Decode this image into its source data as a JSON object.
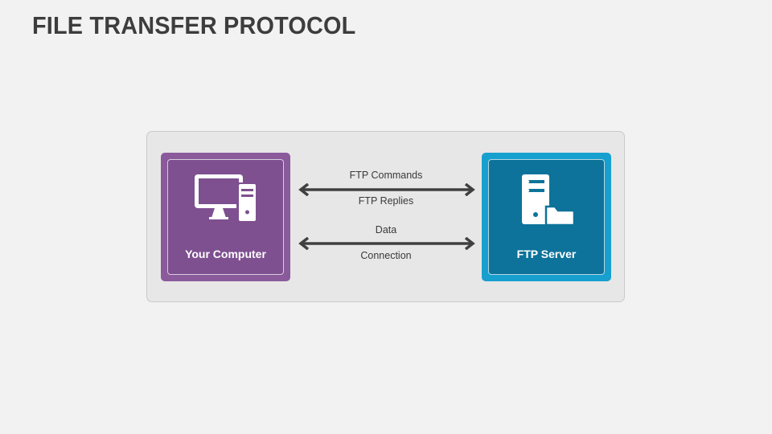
{
  "slide": {
    "title": "FILE TRANSFER PROTOCOL"
  },
  "nodes": {
    "client": {
      "label": "Your Computer",
      "icon": "desktop-computer-icon",
      "color": "#8a5a9b"
    },
    "server": {
      "label": "FTP Server",
      "icon": "server-folder-icon",
      "color": "#17a0cf"
    }
  },
  "links": [
    {
      "label_top": "FTP Commands",
      "label_bottom": "FTP Replies",
      "direction": "bidirectional"
    },
    {
      "label_top": "Data",
      "label_bottom": "Connection",
      "direction": "bidirectional"
    }
  ],
  "colors": {
    "arrow": "#404040",
    "title": "#3d3d3d"
  }
}
